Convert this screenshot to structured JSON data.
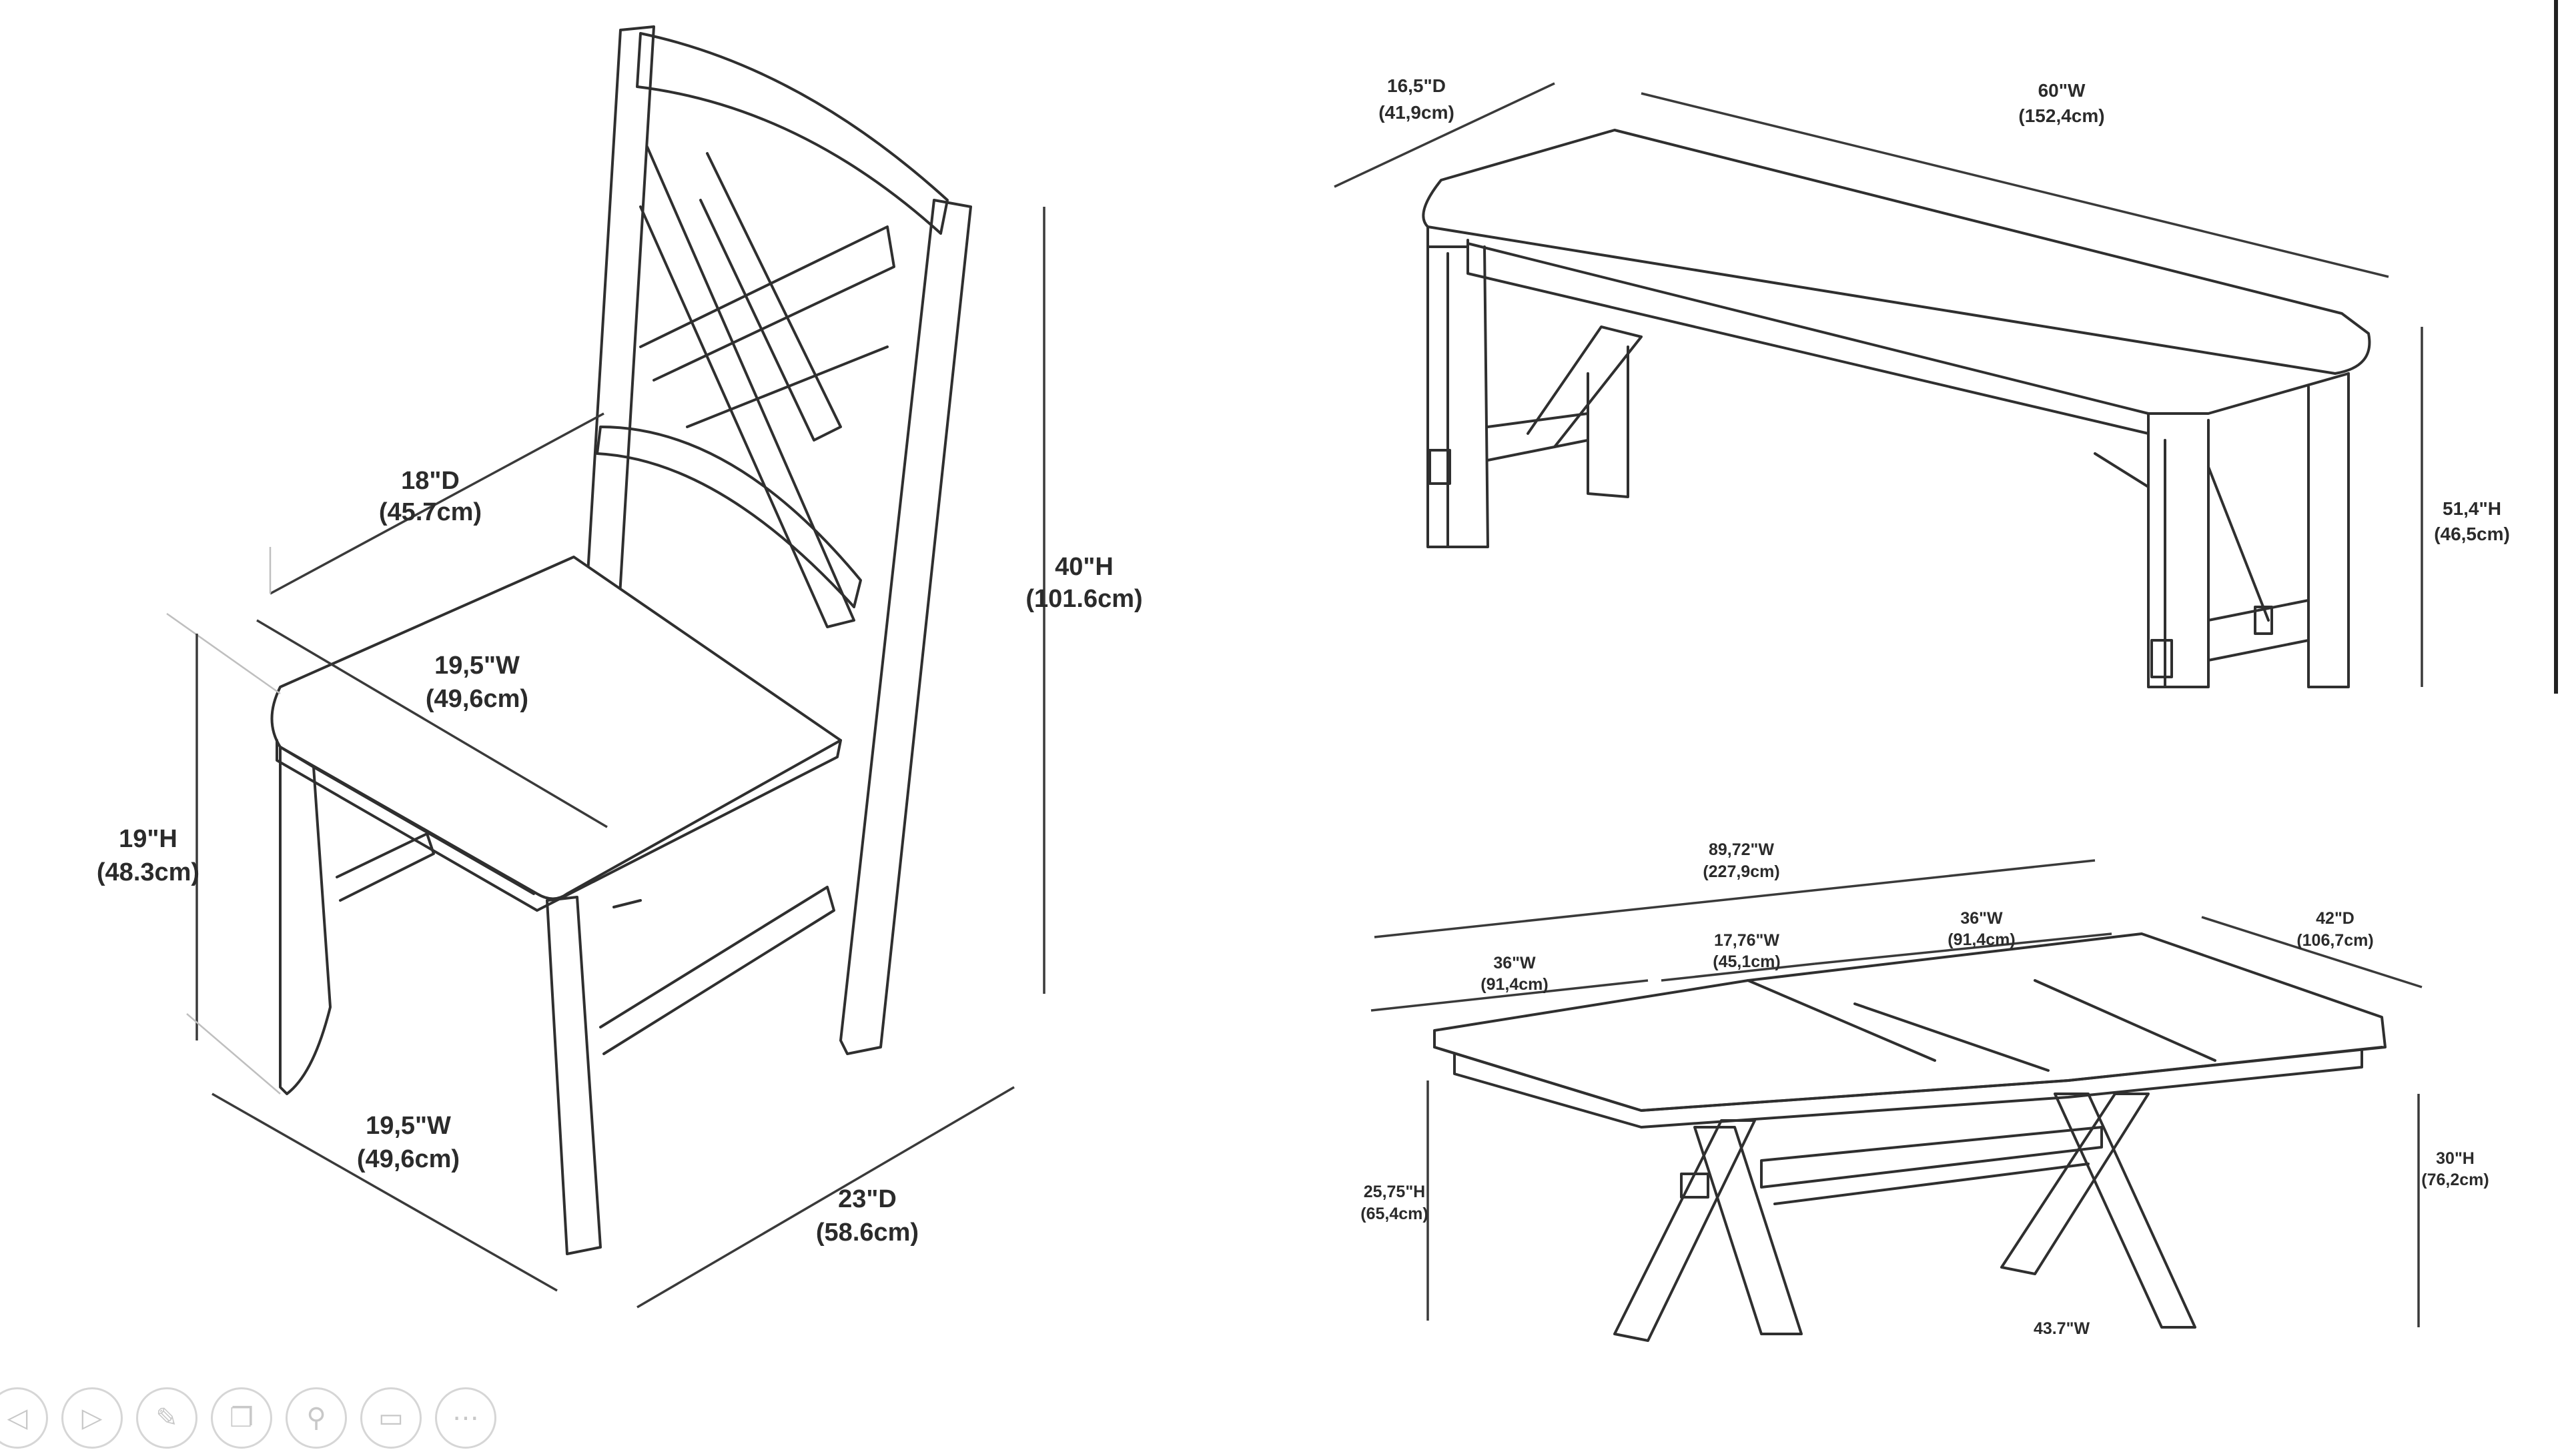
{
  "chair": {
    "depth_top": {
      "imperial": "18\"D",
      "metric": "(45.7cm)"
    },
    "height_overall": {
      "imperial": "40\"H",
      "metric": "(101.6cm)"
    },
    "seat_width": {
      "imperial": "19,5\"W",
      "metric": "(49,6cm)"
    },
    "seat_height": {
      "imperial": "19\"H",
      "metric": "(48.3cm)"
    },
    "base_width": {
      "imperial": "19,5\"W",
      "metric": "(49,6cm)"
    },
    "base_depth": {
      "imperial": "23\"D",
      "metric": "(58.6cm)"
    }
  },
  "bench": {
    "depth": {
      "imperial": "16,5\"D",
      "metric": "(41,9cm)"
    },
    "width": {
      "imperial": "60\"W",
      "metric": "(152,4cm)"
    },
    "height": {
      "imperial": "51,4\"H",
      "metric": "(46,5cm)"
    }
  },
  "table": {
    "overall_width": {
      "imperial": "89,72\"W",
      "metric": "(227,9cm)"
    },
    "leaf_left": {
      "imperial": "36\"W",
      "metric": "(91,4cm)"
    },
    "leaf_center": {
      "imperial": "17,76\"W",
      "metric": "(45,1cm)"
    },
    "leaf_right": {
      "imperial": "36\"W",
      "metric": "(91,4cm)"
    },
    "depth": {
      "imperial": "42\"D",
      "metric": "(106,7cm)"
    },
    "clearance_height": {
      "imperial": "25,75\"H",
      "metric": "(65,4cm)"
    },
    "height": {
      "imperial": "30\"H",
      "metric": "(76,2cm)"
    },
    "base_width": "43.7\"W"
  },
  "toolbar": [
    {
      "name": "first-page-icon",
      "glyph": "◁"
    },
    {
      "name": "play-icon",
      "glyph": "▷"
    },
    {
      "name": "pen-icon",
      "glyph": "✎"
    },
    {
      "name": "copy-icon",
      "glyph": "❐"
    },
    {
      "name": "zoom-icon",
      "glyph": "⚲"
    },
    {
      "name": "screen-icon",
      "glyph": "▭"
    },
    {
      "name": "more-icon",
      "glyph": "⋯"
    }
  ]
}
